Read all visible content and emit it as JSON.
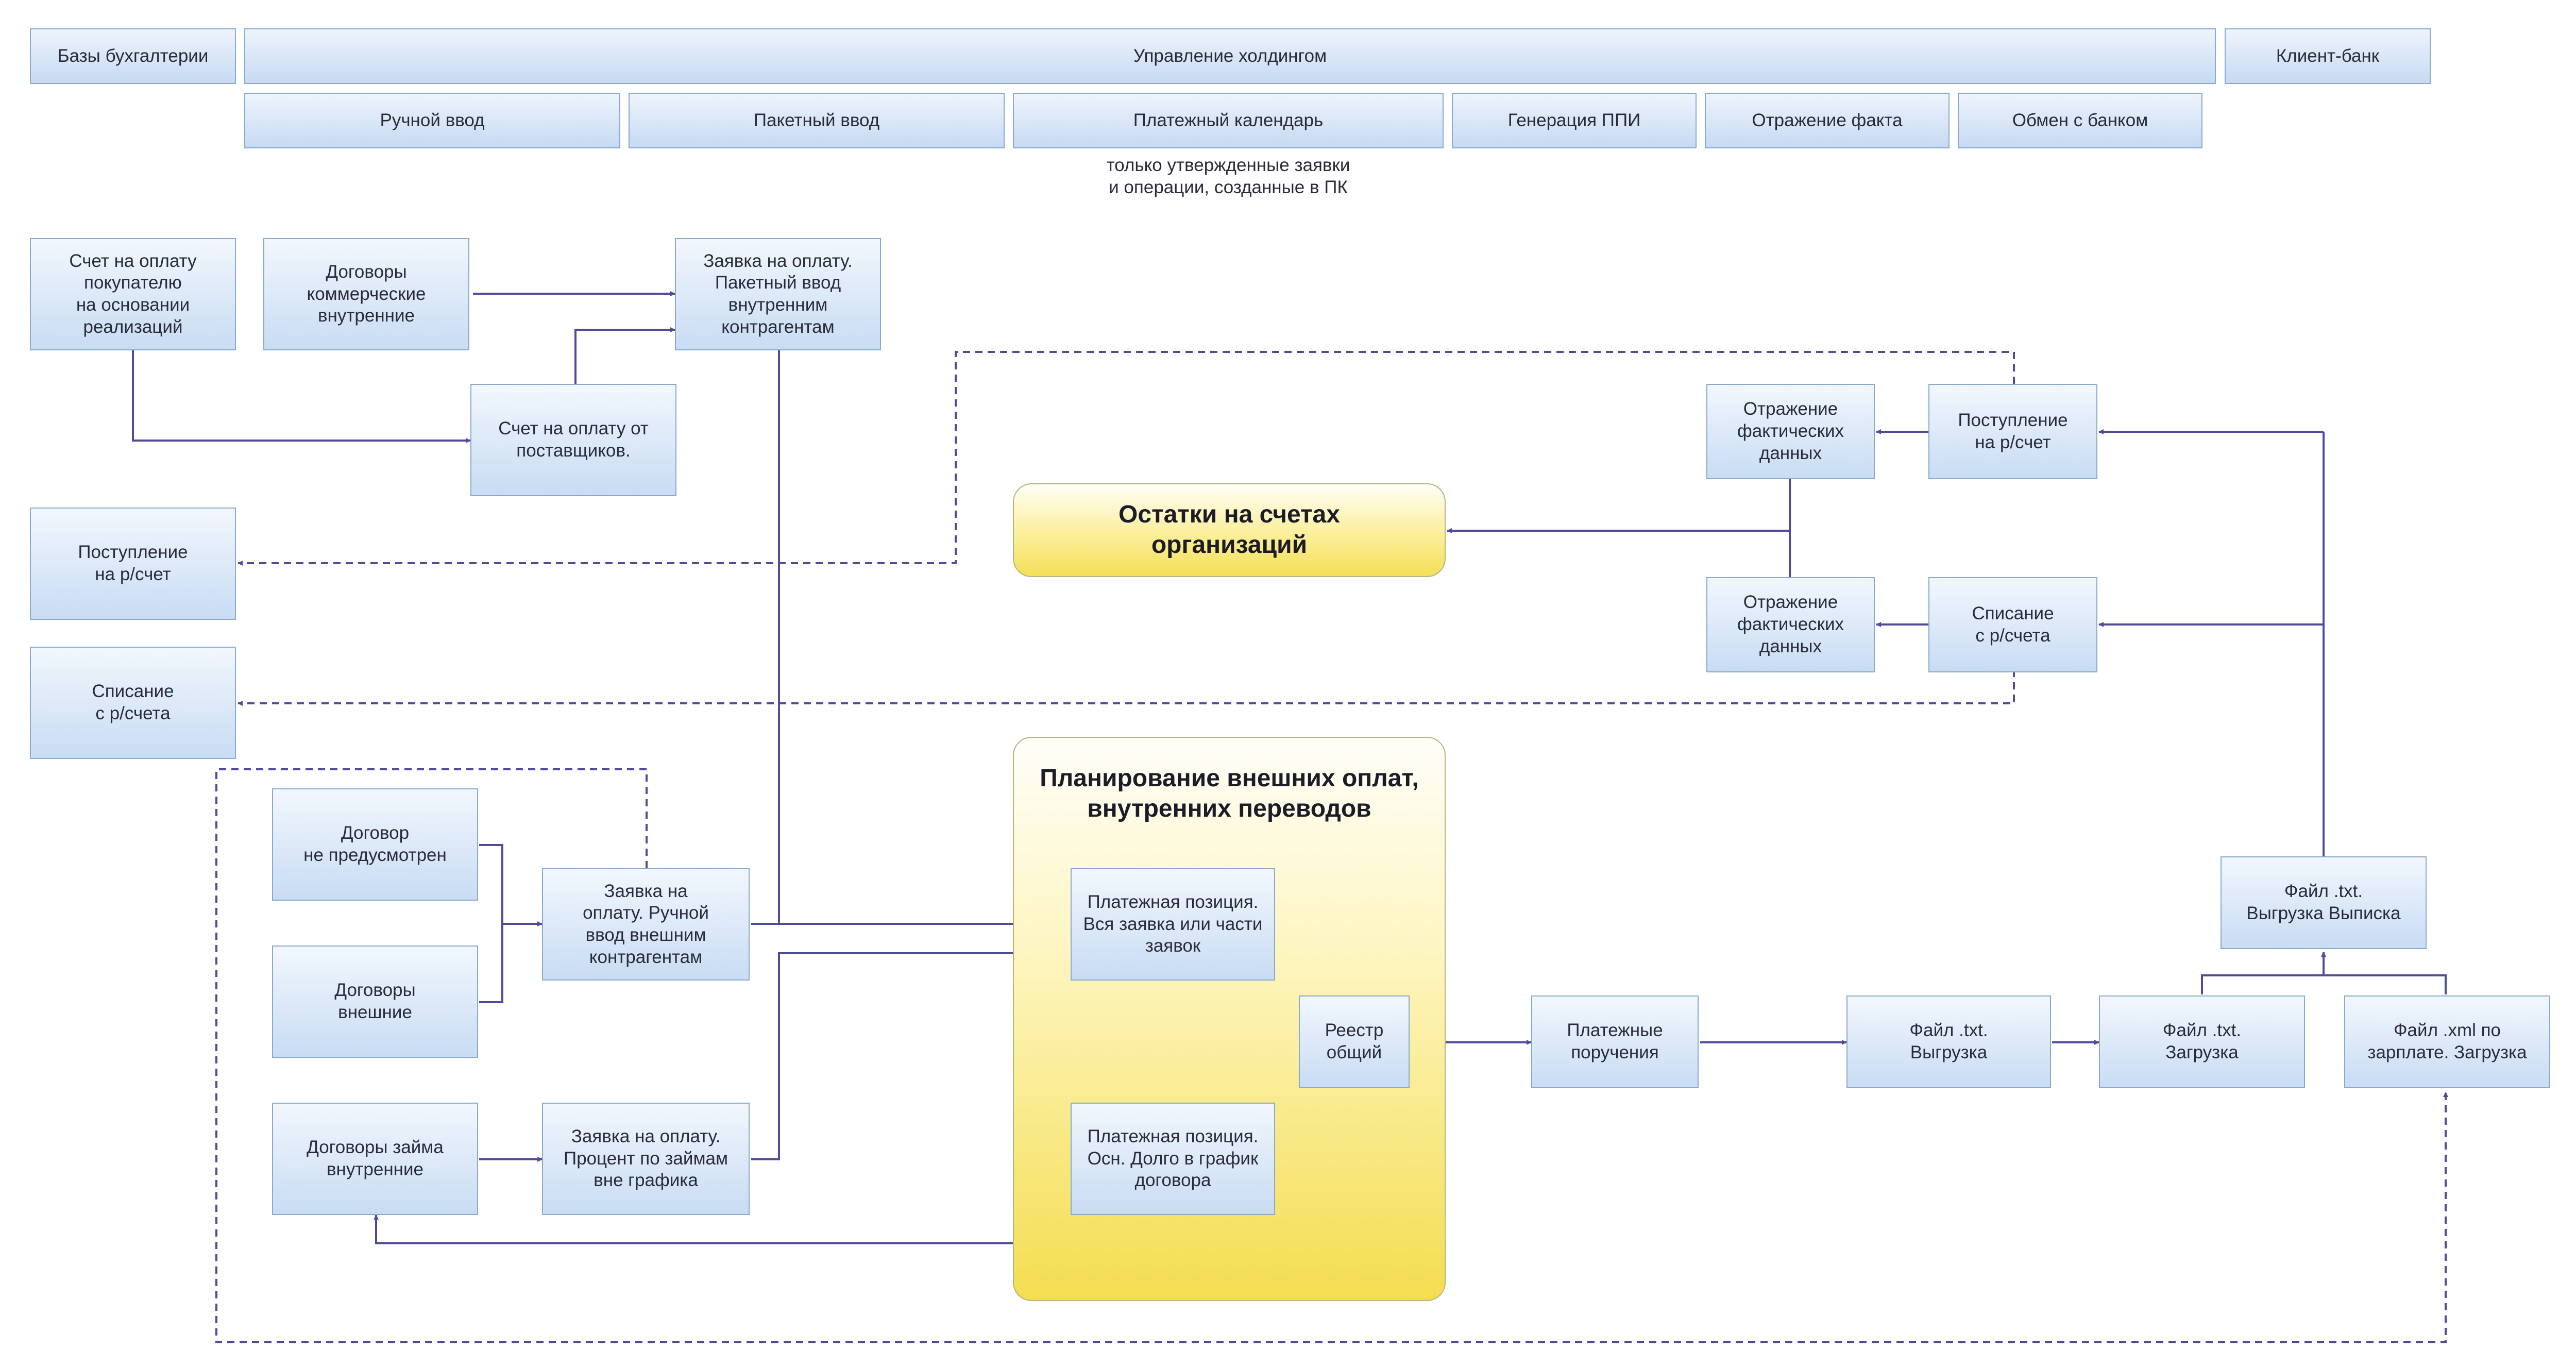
{
  "header": {
    "accounting_bases": "Базы бухгалтерии",
    "holding_management": "Управление холдингом",
    "client_bank": "Клиент-банк",
    "tabs": [
      "Ручной ввод",
      "Пакетный ввод",
      "Платежный календарь",
      "Генерация ППИ",
      "Отражение факта",
      "Обмен с банком"
    ],
    "note": "только утвержденные заявки\nи операции, созданные в ПК"
  },
  "boxes": {
    "invoice_to_buyer": "Счет на оплату\nпокупателю\nна основании\nреализаций",
    "internal_commercial_contracts": "Договоры\nкоммерческие\nвнутренние",
    "batch_request_internal": "Заявка на оплату.\nПакетный ввод\nвнутренним\nконтрагентам",
    "supplier_invoice": "Счет на оплату от\nпоставщиков.",
    "receipt_left": "Поступление\nна р/счет",
    "writeoff_left": "Списание\nс р/счета",
    "no_contract": "Договор\nне предусмотрен",
    "external_contracts": "Договоры\nвнешние",
    "manual_request_external": "Заявка на\nоплату. Ручной\nввод внешним\nконтрагентам",
    "internal_loan_contracts": "Договоры займа\nвнутренние",
    "loan_interest_request": "Заявка на оплату.\nПроцент по займам\nвне графика",
    "payment_position_full": "Платежная позиция.\nВся заявка или части\nзаявок",
    "payment_position_loan": "Платежная позиция.\nОсн. Долго в график\nдоговора",
    "registry_general": "Реестр\nобщий",
    "payment_orders": "Платежные\nпоручения",
    "txt_upload": "Файл .txt.\nВыгрузка",
    "txt_load": "Файл .txt.\nЗагрузка",
    "xml_salary": "Файл .xml по\nзарплате. Загрузка",
    "txt_statement": "Файл .txt.\nВыгрузка Выписка",
    "reflection_top": "Отражение\nфактических\nданных",
    "reflection_bottom": "Отражение\nфактических\nданных",
    "receipt_right": "Поступление\nна р/счет",
    "writeoff_right": "Списание\nс р/счета"
  },
  "balances_label": "Остатки на счетах\nорганизаций",
  "planning_title": "Планирование внешних оплат,\nвнутренних переводов",
  "colors": {
    "connector": "#4f4a9a",
    "box_border": "#8aa9cf",
    "box_fill_top": "#f2f7fd",
    "box_fill_bottom": "#c8dcf3",
    "highlight_fill": "#f4df58"
  }
}
